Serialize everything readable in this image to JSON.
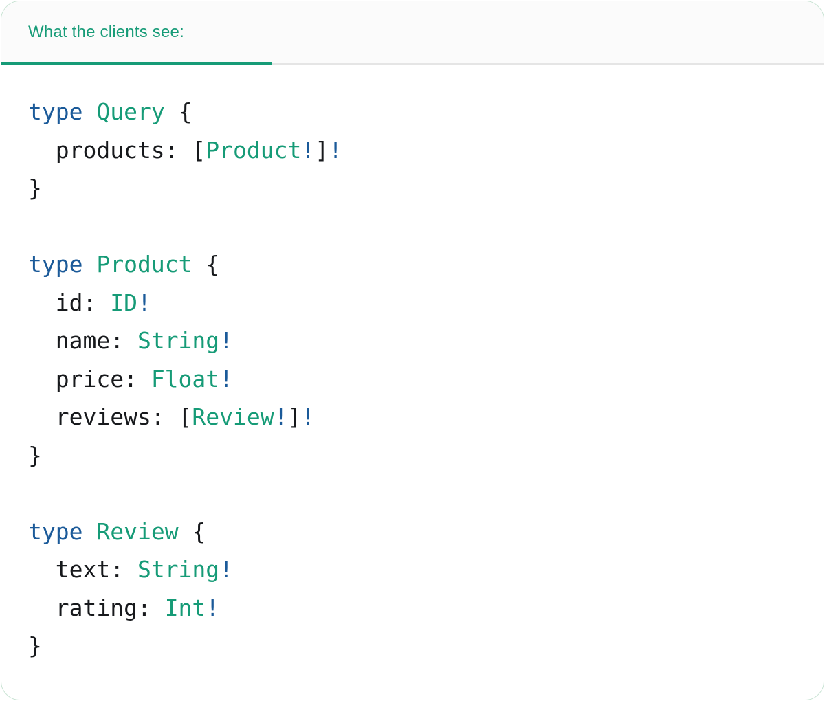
{
  "panel": {
    "tab_label": "What the clients see:"
  },
  "colors": {
    "accent_teal": "#169b77",
    "keyword_blue": "#1b5a99",
    "bang_blue": "#1b5a99",
    "code_text": "#17191c",
    "tab_bar_bg": "#fbfbfb",
    "divider_gray": "#e5e5e5",
    "card_border_green": "#c8e3d3"
  },
  "code": {
    "lines": [
      [
        {
          "t": "type",
          "c": "keyword"
        },
        {
          "t": " ",
          "c": "plain"
        },
        {
          "t": "Query",
          "c": "type"
        },
        {
          "t": " {",
          "c": "plain"
        }
      ],
      [
        {
          "t": "  products: [",
          "c": "plain"
        },
        {
          "t": "Product",
          "c": "type"
        },
        {
          "t": "!",
          "c": "bang"
        },
        {
          "t": "]",
          "c": "plain"
        },
        {
          "t": "!",
          "c": "bang"
        }
      ],
      [
        {
          "t": "}",
          "c": "plain"
        }
      ],
      [],
      [
        {
          "t": "type",
          "c": "keyword"
        },
        {
          "t": " ",
          "c": "plain"
        },
        {
          "t": "Product",
          "c": "type"
        },
        {
          "t": " {",
          "c": "plain"
        }
      ],
      [
        {
          "t": "  id: ",
          "c": "plain"
        },
        {
          "t": "ID",
          "c": "type"
        },
        {
          "t": "!",
          "c": "bang"
        }
      ],
      [
        {
          "t": "  name: ",
          "c": "plain"
        },
        {
          "t": "String",
          "c": "type"
        },
        {
          "t": "!",
          "c": "bang"
        }
      ],
      [
        {
          "t": "  price: ",
          "c": "plain"
        },
        {
          "t": "Float",
          "c": "type"
        },
        {
          "t": "!",
          "c": "bang"
        }
      ],
      [
        {
          "t": "  reviews: [",
          "c": "plain"
        },
        {
          "t": "Review",
          "c": "type"
        },
        {
          "t": "!",
          "c": "bang"
        },
        {
          "t": "]",
          "c": "plain"
        },
        {
          "t": "!",
          "c": "bang"
        }
      ],
      [
        {
          "t": "}",
          "c": "plain"
        }
      ],
      [],
      [
        {
          "t": "type",
          "c": "keyword"
        },
        {
          "t": " ",
          "c": "plain"
        },
        {
          "t": "Review",
          "c": "type"
        },
        {
          "t": " {",
          "c": "plain"
        }
      ],
      [
        {
          "t": "  text: ",
          "c": "plain"
        },
        {
          "t": "String",
          "c": "type"
        },
        {
          "t": "!",
          "c": "bang"
        }
      ],
      [
        {
          "t": "  rating: ",
          "c": "plain"
        },
        {
          "t": "Int",
          "c": "type"
        },
        {
          "t": "!",
          "c": "bang"
        }
      ],
      [
        {
          "t": "}",
          "c": "plain"
        }
      ]
    ]
  }
}
